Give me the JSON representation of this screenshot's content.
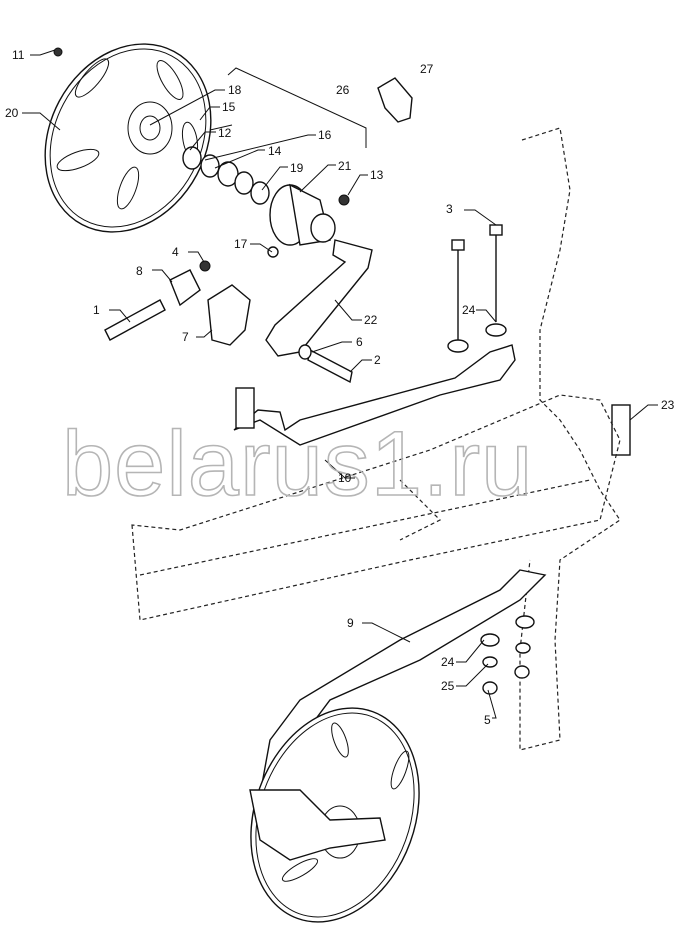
{
  "diagram": {
    "title": "Disc marker assembly exploded view",
    "watermark": "belarus1.ru",
    "callouts": [
      "11",
      "20",
      "18",
      "15",
      "12",
      "14",
      "16",
      "26",
      "27",
      "19",
      "21",
      "13",
      "17",
      "4",
      "8",
      "1",
      "7",
      "22",
      "6",
      "2",
      "3",
      "24",
      "23",
      "10",
      "9",
      "24",
      "25",
      "5"
    ]
  }
}
